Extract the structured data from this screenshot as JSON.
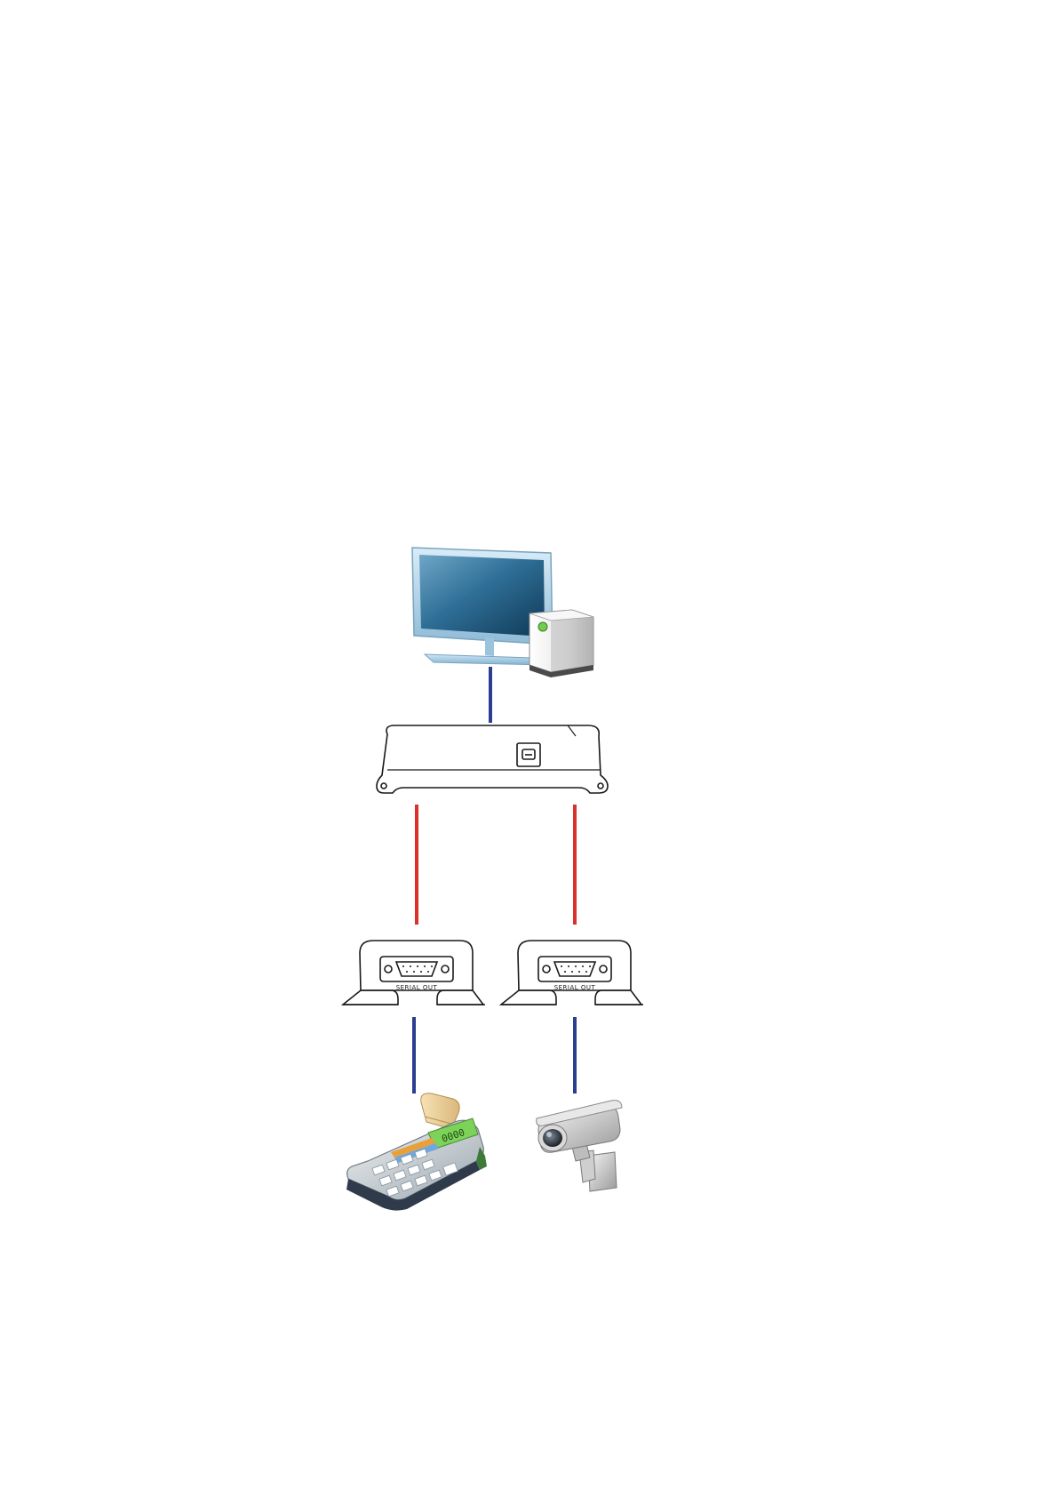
{
  "diagram": {
    "converter_left": {
      "port_label": "SERIAL OUT"
    },
    "converter_right": {
      "port_label": "SERIAL OUT"
    },
    "register": {
      "display_text": "0000"
    },
    "colors": {
      "blue_link": "#2b3e8f",
      "red_link": "#d8322b",
      "outline": "#1a1a1a"
    },
    "icons": {
      "computer": "monitor-and-tower-icon",
      "hub": "network-hub-device",
      "converter": "serial-converter-device",
      "register": "cash-register-icon",
      "camera": "security-camera-icon"
    }
  }
}
